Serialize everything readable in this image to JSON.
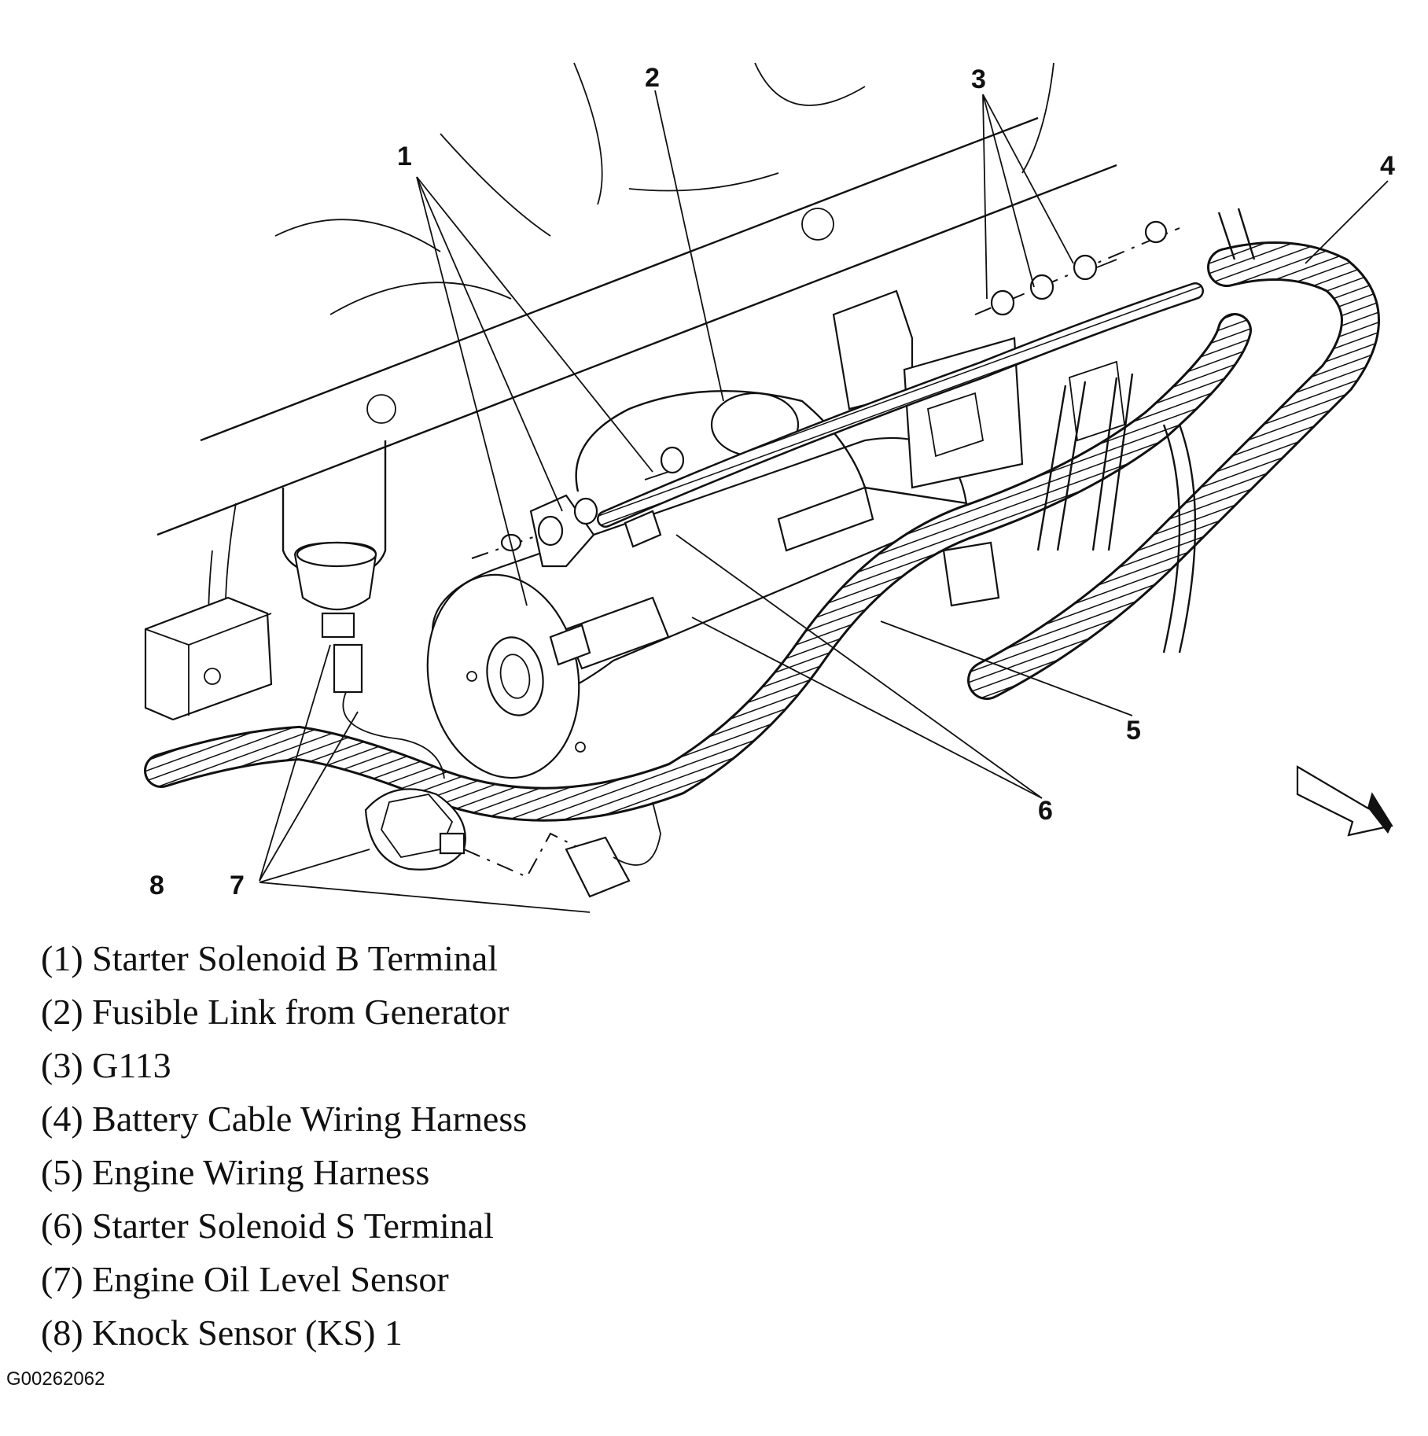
{
  "callouts": [
    "1",
    "2",
    "3",
    "4",
    "5",
    "6",
    "7",
    "8"
  ],
  "legend": [
    {
      "num": "(1)",
      "text": "Starter Solenoid B Terminal"
    },
    {
      "num": "(2)",
      "text": "Fusible Link from Generator"
    },
    {
      "num": "(3)",
      "text": "G113"
    },
    {
      "num": "(4)",
      "text": "Battery Cable Wiring Harness"
    },
    {
      "num": "(5)",
      "text": "Engine Wiring Harness"
    },
    {
      "num": "(6)",
      "text": "Starter Solenoid S Terminal"
    },
    {
      "num": "(7)",
      "text": "Engine Oil Level Sensor"
    },
    {
      "num": "(8)",
      "text": "Knock Sensor (KS) 1"
    }
  ],
  "figure_id": "G00262062",
  "icons": [
    "view-direction-arrow-icon"
  ]
}
